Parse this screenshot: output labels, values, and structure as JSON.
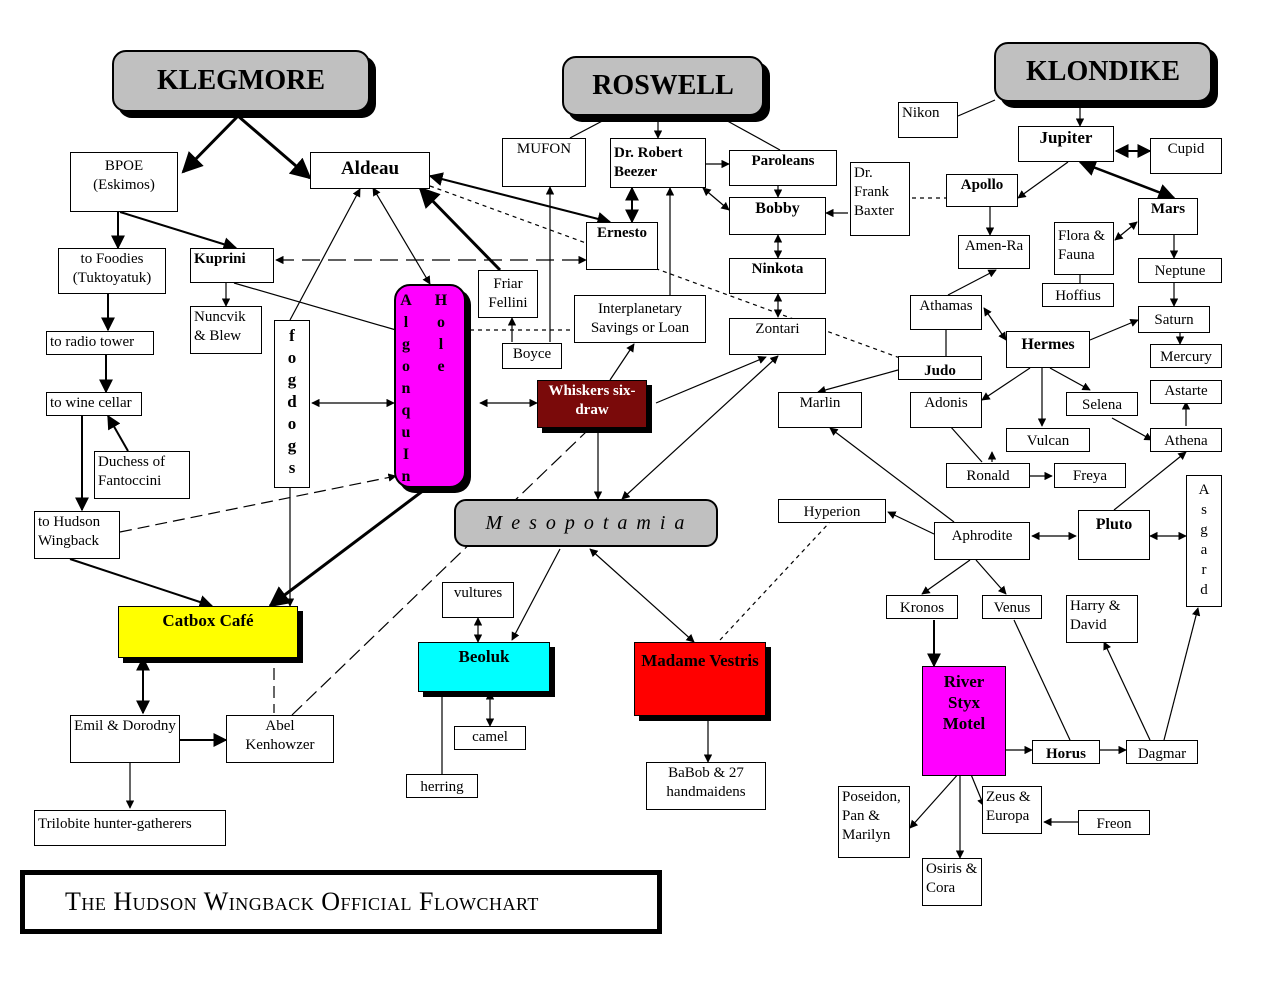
{
  "title": "The Hudson Wingback Official Flowchart",
  "colors": {
    "yellow": "#ffff00",
    "cyan": "#00ffff",
    "magenta": "#ff00ff",
    "red": "#ff0000",
    "maroon": "#7a0a0a",
    "gray": "#c0c0c0"
  },
  "headers": {
    "klegmore": "KLEGMORE",
    "roswell": "ROSWELL",
    "klondike": "KLONDIKE"
  },
  "hole": {
    "col1": [
      "A",
      "l",
      "g",
      "o",
      "n",
      "q",
      "u",
      "I",
      "n"
    ],
    "col2": [
      "H",
      "o",
      "l",
      "e"
    ]
  },
  "fogdogs": [
    "f",
    "o",
    "g",
    "d",
    "o",
    "g",
    "s"
  ],
  "asgard": [
    "A",
    "s",
    "g",
    "a",
    "r",
    "d"
  ],
  "mesopotamia": "M e s o p o t a m i a",
  "nodes": {
    "bpoe": "BPOE (Eskimos)",
    "aldeau": "Aldeau",
    "to_foodies": "to Foodies (Tuktoyatuk)",
    "kuprini": "Kuprini",
    "to_radio": "to radio tower",
    "to_wine": "to wine cellar",
    "duchess": "Duchess of Fantoccini",
    "to_hudson": "to Hudson Wingback",
    "nuncvik": "Nuncvik & Blew",
    "catbox": "Catbox Café",
    "emil": "Emil & Dorodny",
    "abel": "Abel Kenhowzer",
    "trilobite": "Trilobite hunter-gatherers",
    "mufon": "MUFON",
    "robert": "Dr. Robert Beezer",
    "paroleans": "Paroleans",
    "bobby": "Bobby",
    "ernesto": "Ernesto",
    "ninkota": "Ninkota",
    "zontari": "Zontari",
    "friar": "Friar Fellini",
    "interplanetary": "Interplanetary Savings or Loan",
    "boyce": "Boyce",
    "whiskers": "Whiskers six-draw",
    "vultures": "vultures",
    "beoluk": "Beoluk",
    "camel": "camel",
    "herring": "herring",
    "madame": "Madame Vestris",
    "babob": "BaBob & 27 handmaidens",
    "nikon": "Nikon",
    "jupiter": "Jupiter",
    "cupid": "Cupid",
    "frank": "Dr. Frank Baxter",
    "apollo": "Apollo",
    "mars": "Mars",
    "amenra": "Amen-Ra",
    "flora": "Flora & Fauna",
    "neptune": "Neptune",
    "hoffius": "Hoffius",
    "athamas": "Athamas",
    "saturn": "Saturn",
    "hermes": "Hermes",
    "mercury": "Mercury",
    "judo": "Judo",
    "marlin": "Marlin",
    "adonis": "Adonis",
    "selena": "Selena",
    "astarte": "Astarte",
    "vulcan": "Vulcan",
    "athena": "Athena",
    "ronald": "Ronald",
    "freya": "Freya",
    "hyperion": "Hyperion",
    "aphrodite": "Aphrodite",
    "pluto": "Pluto",
    "kronos": "Kronos",
    "venus": "Venus",
    "harry": "Harry & David",
    "styx": "River Styx Motel",
    "horus": "Horus",
    "dagmar": "Dagmar",
    "poseidon": "Poseidon, Pan & Marilyn",
    "zeus": "Zeus & Europa",
    "freon": "Freon",
    "osiris": "Osiris & Cora"
  }
}
